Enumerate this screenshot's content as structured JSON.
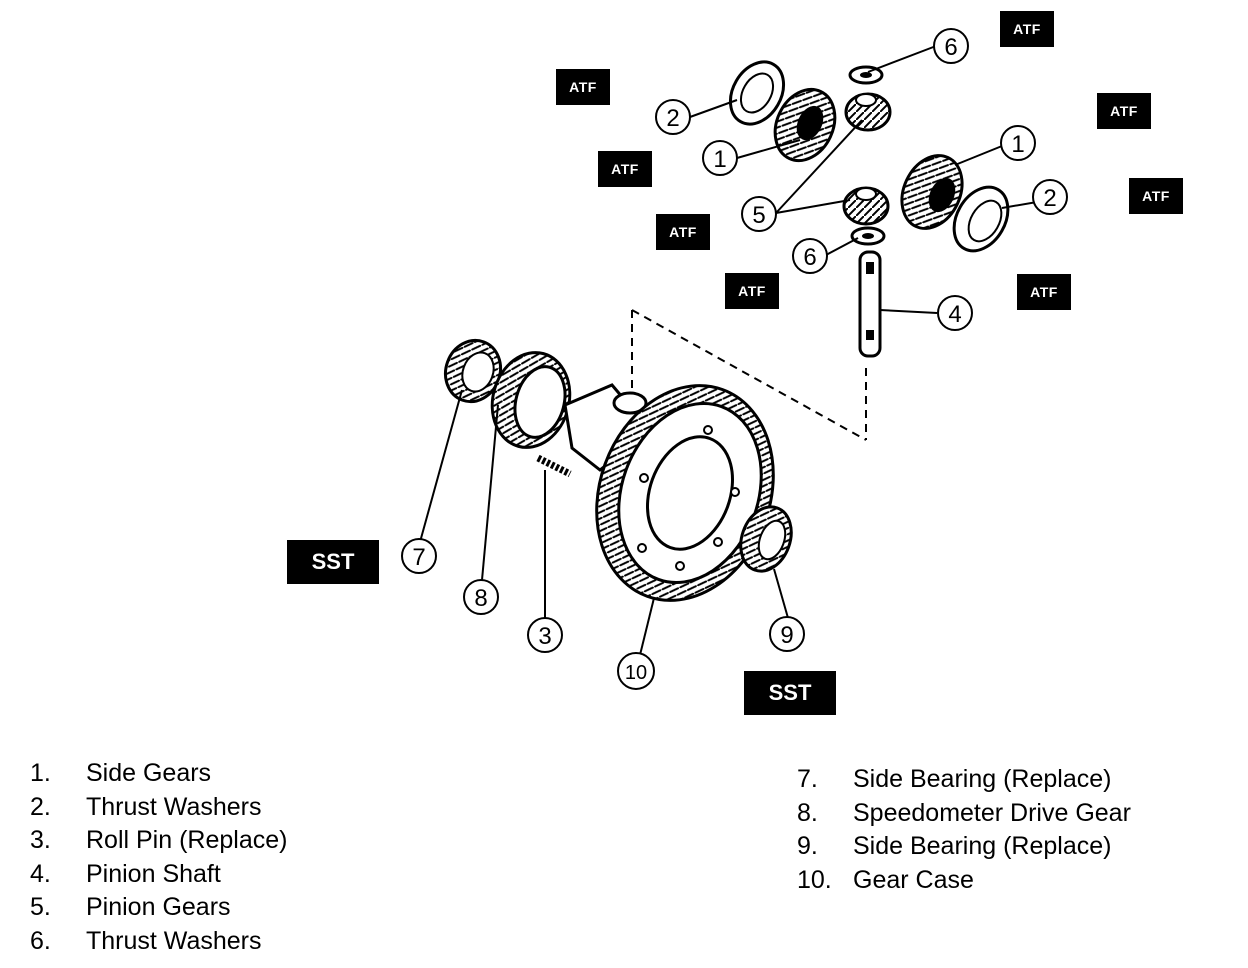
{
  "badges": {
    "atf": "ATF",
    "sst": "SST"
  },
  "callouts": {
    "c1": "1",
    "c2": "2",
    "c3": "3",
    "c4": "4",
    "c5": "5",
    "c6": "6",
    "c7": "7",
    "c8": "8",
    "c9": "9",
    "c10": "10"
  },
  "legend": {
    "left": [
      {
        "num": "1.",
        "label": "Side Gears"
      },
      {
        "num": "2.",
        "label": "Thrust Washers"
      },
      {
        "num": "3.",
        "label": "Roll Pin (Replace)"
      },
      {
        "num": "4.",
        "label": "Pinion Shaft"
      },
      {
        "num": "5.",
        "label": "Pinion Gears"
      },
      {
        "num": "6.",
        "label": "Thrust Washers"
      }
    ],
    "right": [
      {
        "num": "7.",
        "label": "Side Bearing (Replace)"
      },
      {
        "num": "8.",
        "label": "Speedometer Drive Gear"
      },
      {
        "num": "9.",
        "label": "Side Bearing (Replace)"
      },
      {
        "num": "10.",
        "label": "Gear Case"
      }
    ]
  }
}
